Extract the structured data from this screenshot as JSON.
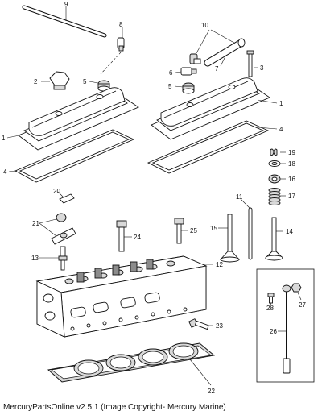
{
  "callouts": {
    "c1a": "1",
    "c1b": "1",
    "c2": "2",
    "c3": "3",
    "c4a": "4",
    "c4b": "4",
    "c5a": "5",
    "c5b": "5",
    "c6": "6",
    "c7": "7",
    "c8": "8",
    "c9": "9",
    "c10": "10",
    "c11": "11",
    "c12": "12",
    "c13": "13",
    "c14": "14",
    "c15": "15",
    "c16": "16",
    "c17": "17",
    "c18": "18",
    "c19": "19",
    "c20": "20",
    "c21": "21",
    "c22": "22",
    "c23": "23",
    "c24": "24",
    "c25": "25",
    "c26": "26",
    "c27": "27",
    "c28": "28"
  },
  "footer": "MercuryPartsOnline v2.5.1 (Image Copyright- Mercury Marine)"
}
